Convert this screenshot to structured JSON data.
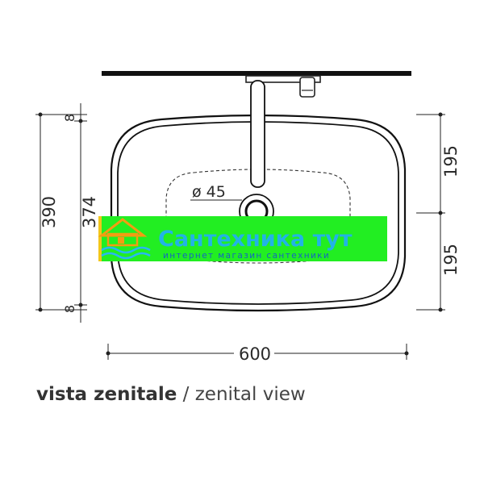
{
  "diagram": {
    "dimensions": {
      "width": "600",
      "total_depth": "390",
      "inner_depth": "374",
      "rim_top": "8",
      "rim_bottom": "8",
      "half_top": "195",
      "half_bottom": "195",
      "drain_diameter": "ø 45"
    },
    "caption": {
      "primary": "vista zenitale",
      "separator": " / ",
      "secondary": "zenital view"
    }
  },
  "watermark": {
    "title": "Сантехника тут",
    "subtitle": "интернет магазин сантехники",
    "colors": {
      "band": "#22ee22",
      "band_edge": "#f3c61a",
      "text": "#22b3e6",
      "text_alt": "#f1c40f",
      "sub": "#1565c0"
    }
  }
}
